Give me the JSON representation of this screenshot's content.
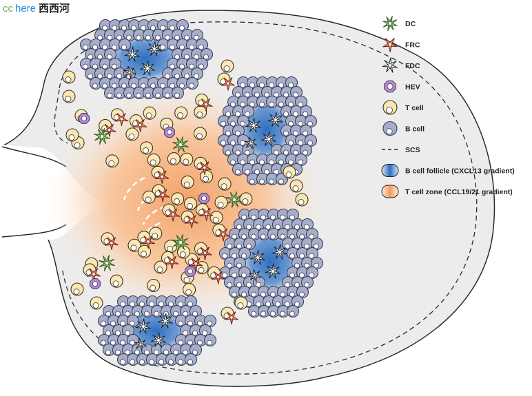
{
  "watermark": {
    "part1": "cc",
    "part2": "here",
    "part3": "西西河"
  },
  "colors": {
    "b_cell": "#a6aecb",
    "b_cell_stroke": "#3a3f55",
    "t_cell": "#fbe7b5",
    "t_cell_stroke": "#3a3320",
    "dc": "#9fd27e",
    "frc": "#e8826a",
    "fdc": "#ffffff",
    "hev": "#b28fd0",
    "follicle_blue": "#4f86c8",
    "zone_orange": "#f6b688",
    "node_fill": "#ececec"
  },
  "legend": [
    {
      "key": "dc",
      "icon": "dc-icon",
      "label": "DC"
    },
    {
      "key": "frc",
      "icon": "frc-icon",
      "label": "FRC"
    },
    {
      "key": "fdc",
      "icon": "fdc-icon",
      "label": "FDC"
    },
    {
      "key": "hev",
      "icon": "hev-icon",
      "label": "HEV"
    },
    {
      "key": "tcell",
      "icon": "t-cell-icon",
      "label": "T cell"
    },
    {
      "key": "bcell",
      "icon": "b-cell-icon",
      "label": "B cell"
    },
    {
      "key": "scs",
      "icon": "scs-line-icon",
      "label": "SCS"
    },
    {
      "key": "follicle",
      "icon": "follicle-swatch-icon",
      "label": "B cell follicle (CXCL13 gradient)"
    },
    {
      "key": "tzone",
      "icon": "t-zone-swatch-icon",
      "label": "T cell zone (CCL19/21 gradient)"
    }
  ]
}
